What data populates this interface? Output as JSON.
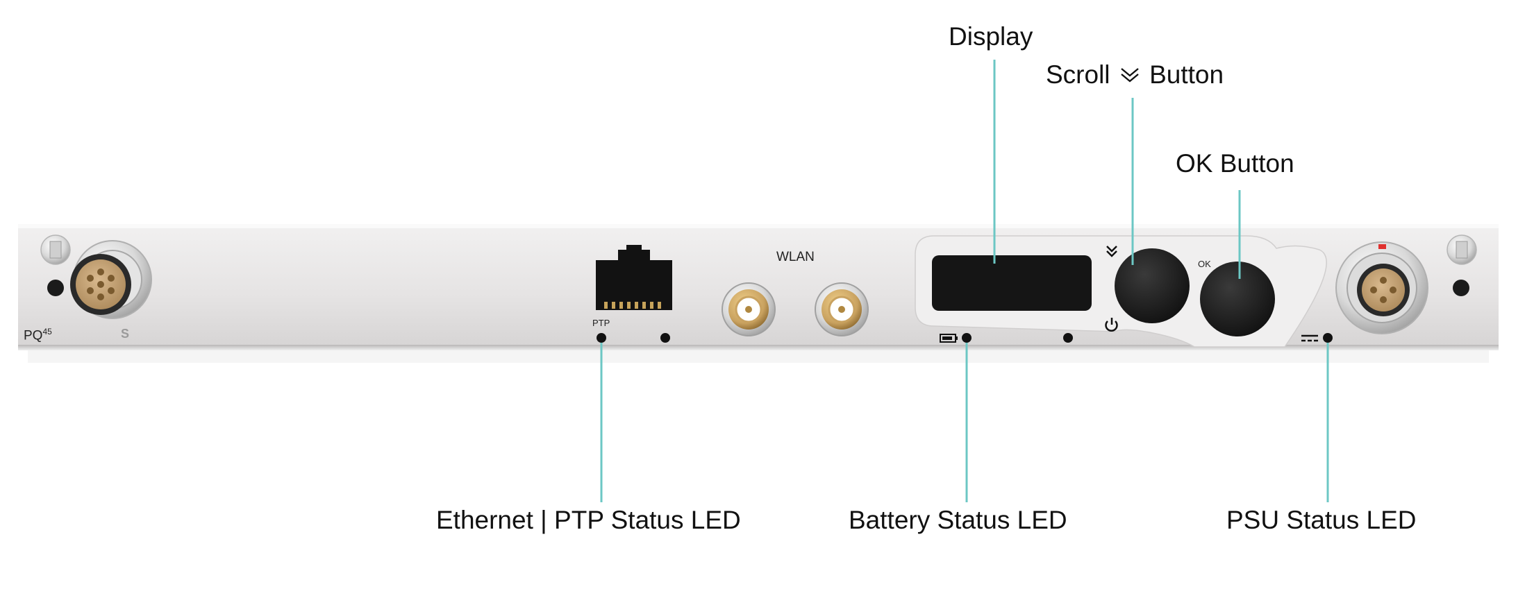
{
  "device": {
    "model_label": "PQ",
    "model_superscript": "45",
    "s_mark": "S",
    "wlan_label": "WLAN",
    "ptp_label": "PTP",
    "ok_small_label": "OK"
  },
  "callouts": {
    "display": "Display",
    "scroll_button_prefix": "Scroll",
    "scroll_button_suffix": "Button",
    "ok_button": "OK Button",
    "ethernet_ptp_led": "Ethernet | PTP Status LED",
    "battery_led": "Battery Status LED",
    "psu_led": "PSU Status LED"
  },
  "colors": {
    "leader_line": "#6cc7c4",
    "panel": "#e9e7e7",
    "connector_gold": "#c9a260",
    "button_black": "#161616",
    "psu_red_marker": "#e0312f"
  },
  "icons": [
    "double-chevron-down-icon",
    "power-icon",
    "battery-icon",
    "dc-power-icon"
  ]
}
